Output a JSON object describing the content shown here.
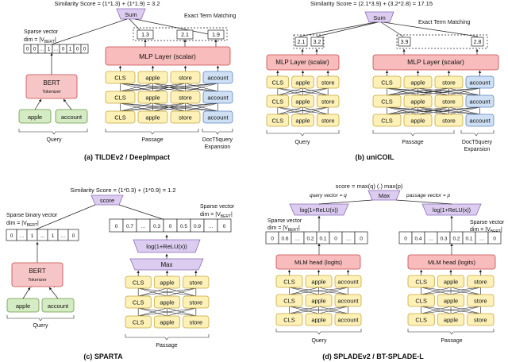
{
  "colors": {
    "bert_fill": "#f6c6c6",
    "bert_stroke": "#c84848",
    "mlp_fill": "#f8bcbc",
    "mlp_stroke": "#c84848",
    "token_fill": "#fdf1b8",
    "token_stroke": "#c9a83b",
    "green_fill": "#d5ebc3",
    "green_stroke": "#6a9a48",
    "blue_fill": "#cfe0f4",
    "blue_stroke": "#5d88be",
    "purple_fill": "#dcccf0",
    "purple_stroke": "#8a6cb8",
    "line": "#222222"
  },
  "tilde": {
    "caption": "(a) TILDEv2 / DeepImpact",
    "similarity": "Similarity Score = (1*1.3) + (1*1.9) = 3.2",
    "sum_label": "Sum",
    "exact_match": "Exact Term Matching",
    "sparse_line1": "Sparse vector",
    "sparse_line2": "dim = |V",
    "sparse_sub": "BERT",
    "sparse_end": "|",
    "vector_cells": [
      "0",
      "0",
      "…",
      "1",
      "…",
      "0",
      "1",
      "0",
      "0"
    ],
    "bert_label": "BERT",
    "tokenizer_label": "Tokenizer",
    "query_tokens": [
      "apple",
      "account"
    ],
    "weights": [
      "1.3",
      "2.1",
      "1.9"
    ],
    "mlp_label": "MLP Layer (scalar)",
    "passage_tokens": [
      "CLS",
      "apple",
      "store"
    ],
    "expansion_token": "account",
    "query_label": "Query",
    "passage_label": "Passage",
    "expansion_line1": "DocT5query",
    "expansion_line2": "Expansion"
  },
  "unicoil": {
    "caption": "(b) uniCOIL",
    "similarity": "Similarity Score = (2.1*3.9) + (3.2*2.8) = 17.15",
    "sum_label": "Sum",
    "exact_match": "Exact Term Matching",
    "query_weights": [
      "2.1",
      "3.2"
    ],
    "passage_weights": [
      "3.9",
      "2.8"
    ],
    "mlp_label": "MLP Layer (scalar)",
    "query_tokens": [
      "CLS",
      "apple",
      "store"
    ],
    "passage_tokens": [
      "CLS",
      "apple",
      "store"
    ],
    "expansion_token": "account",
    "query_label": "Query",
    "passage_label": "Passage",
    "expansion_line1": "DocT5query",
    "expansion_line2": "Expansion"
  },
  "sparta": {
    "caption": "(c) SPARTA",
    "similarity": "Similarity Score = (1*0.3) + (1*0.9) = 1.2",
    "score_label": "score",
    "binary_line1": "Sparse binary vector",
    "binary_line2": "dim = |V",
    "binary_sub": "BERT",
    "binary_end": "|",
    "binary_cells": [
      "0",
      "…",
      "1",
      "…",
      "1",
      "…",
      "0"
    ],
    "sparse_line1": "Sparse vector",
    "sparse_line2": "dim = |V",
    "sparse_sub": "BERT",
    "sparse_end": "|",
    "passage_cells": [
      "0",
      "0.7",
      "…",
      "0.3",
      "0",
      "0.5",
      "0.9",
      "…",
      "0"
    ],
    "relu_label": "log(1+ReLU(x))",
    "max_label": "Max",
    "bert_label": "BERT",
    "tokenizer_label": "Tokenizer",
    "query_tokens": [
      "apple",
      "account"
    ],
    "passage_tokens": [
      "CLS",
      "apple",
      "store"
    ],
    "query_label": "Query",
    "passage_label": "Passage"
  },
  "splade": {
    "caption": "(d) SPLADEv2 / BT-SPLADE-L",
    "formula": "score = max(q) (.) max(p)",
    "max_label": "Max",
    "query_vector_text": "query vector = q",
    "passage_vector_text": "passage vector = p",
    "relu_label": "log(1+ReLU(x))",
    "sparse_line1": "Sparse vector",
    "sparse_line2": "dim = |V",
    "sparse_sub": "BERT",
    "sparse_end": "|",
    "query_cells": [
      "0",
      "0.6",
      "…",
      "0.2",
      "0.1",
      "0",
      "…",
      "0"
    ],
    "passage_cells": [
      "0",
      "0.4",
      "…",
      "0.3",
      "0.2",
      "0.1",
      "…",
      "0"
    ],
    "mlm_label": "MLM head (logits)",
    "query_tokens": [
      "CLS",
      "apple",
      "account"
    ],
    "passage_tokens": [
      "CLS",
      "apple",
      "store"
    ],
    "query_label": "Query",
    "passage_label": "Passage"
  }
}
